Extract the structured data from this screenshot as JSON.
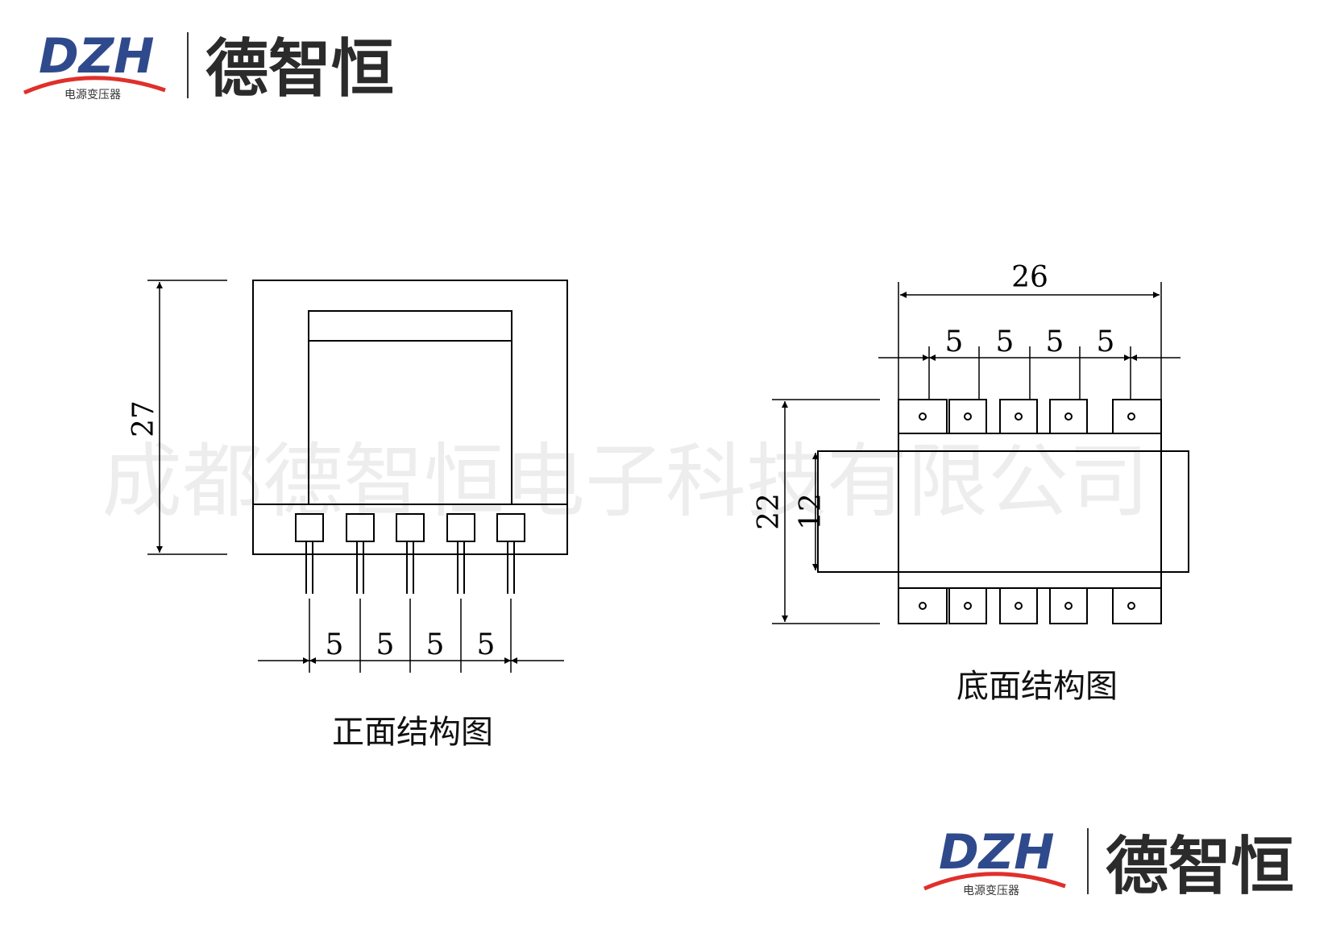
{
  "brand": {
    "logo_en": "DZH",
    "logo_sub": "电源变压器",
    "name_cn": "德智恒",
    "colors": {
      "blue": "#2f4a8c",
      "red": "#e0302b",
      "dark": "#2b2b2b"
    }
  },
  "watermark": "成都德智恒电子科技有限公司",
  "front_view": {
    "caption": "正面结构图",
    "height_label": "27",
    "pitch_labels": [
      "5",
      "5",
      "5",
      "5"
    ]
  },
  "bottom_view": {
    "caption": "底面结构图",
    "width_label": "26",
    "pitch_labels": [
      "5",
      "5",
      "5",
      "5"
    ],
    "height_label": "22",
    "core_label": "12"
  }
}
